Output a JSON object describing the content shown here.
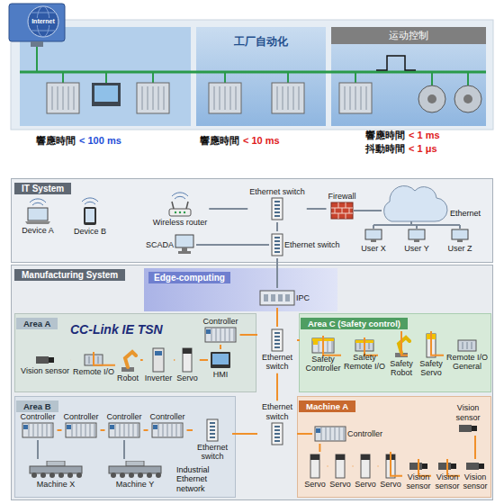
{
  "diagram": {
    "nodes": [
      {
        "text": [
          "工厂自动化"
        ]
      },
      {
        "text": [
          "运动控制"
        ]
      },
      {
        "text": [
          "IT System"
        ]
      },
      {
        "text": [
          "Device A"
        ],
        "in": 2
      },
      {
        "text": [
          "Device B"
        ],
        "in": 2
      },
      {
        "text": [
          "Wireless router"
        ],
        "in": 2
      },
      {
        "text": [
          "Ethernet switch"
        ],
        "in": 2
      },
      {
        "text": [
          "Firewall"
        ],
        "in": 2
      },
      {
        "text": [
          "SCADA"
        ],
        "in": 2
      },
      {
        "text": [
          "Ethernet switch"
        ],
        "in": 2
      },
      {
        "text": [
          "User X"
        ],
        "in": 2
      },
      {
        "text": [
          "User Y"
        ],
        "in": 2
      },
      {
        "text": [
          "User Z"
        ],
        "in": 2
      },
      {
        "text": [
          "Manufacturing System"
        ]
      },
      {
        "text": [
          "Edge-computing"
        ],
        "in": 13
      },
      {
        "text": [
          "IPC"
        ],
        "in": 14
      },
      {
        "text": [
          "Area A"
        ],
        "in": 13
      },
      {
        "text": [
          "Vision sensor"
        ],
        "in": 16
      },
      {
        "text": [
          "Remote I/O"
        ],
        "in": 16
      },
      {
        "text": [
          "Robot"
        ],
        "in": 16
      },
      {
        "text": [
          "Inverter"
        ],
        "in": 16
      },
      {
        "text": [
          "Controller"
        ],
        "in": 16
      },
      {
        "text": [
          "Servo"
        ],
        "in": 16
      },
      {
        "text": [
          "HMI"
        ],
        "in": 16
      },
      {
        "text": [
          "Ethernet switch"
        ],
        "in": 13
      },
      {
        "text": [
          "Area C (Safety control)"
        ],
        "in": 13
      },
      {
        "text": [
          "Safety Controller"
        ],
        "in": 25
      },
      {
        "text": [
          "Safety Remote I/O"
        ],
        "in": 25
      },
      {
        "text": [
          "Safety Robot"
        ],
        "in": 25
      },
      {
        "text": [
          "Safety Servo"
        ],
        "in": 25
      },
      {
        "text": [
          "Remote I/O General"
        ],
        "in": 25
      },
      {
        "text": [
          "Ethernet switch"
        ],
        "in": 13
      },
      {
        "text": [
          "Area B"
        ],
        "in": 13
      },
      {
        "text": [
          "Controller"
        ],
        "in": 32
      },
      {
        "text": [
          "Controller"
        ],
        "in": 32
      },
      {
        "text": [
          "Controller"
        ],
        "in": 32
      },
      {
        "text": [
          "Controller"
        ],
        "in": 32
      },
      {
        "text": [
          "Ethernet switch"
        ],
        "in": 32
      },
      {
        "text": [
          "Machine X"
        ],
        "in": 32
      },
      {
        "text": [
          "Machine Y"
        ],
        "in": 32
      },
      {
        "text": [
          "Machine A"
        ],
        "in": 13
      },
      {
        "text": [
          "Controller"
        ],
        "in": 40
      },
      {
        "text": [
          "Servo"
        ],
        "in": 40
      },
      {
        "text": [
          "Servo"
        ],
        "in": 40
      },
      {
        "text": [
          "Servo"
        ],
        "in": 40
      },
      {
        "text": [
          "Servo"
        ],
        "in": 40
      },
      {
        "text": [
          "Vision sensor"
        ],
        "in": 40
      },
      {
        "text": [
          "Vision sensor"
        ],
        "in": 40
      },
      {
        "text": [
          "Vision sensor"
        ],
        "in": 40
      },
      {
        "text": [
          "Vision sensor"
        ],
        "in": 40
      }
    ],
    "edges": [
      {
        "from": 5,
        "to": 6,
        "arrow": "none"
      },
      {
        "from": 6,
        "to": 7,
        "arrow": "none"
      },
      {
        "from": 6,
        "to": 9,
        "arrow": "none"
      },
      {
        "from": 8,
        "to": 9,
        "arrow": "none"
      },
      {
        "from": 9,
        "to": 15,
        "arrow": "none"
      },
      {
        "from": 15,
        "to": 24,
        "arrow": "none"
      },
      {
        "from": 21,
        "to": 24,
        "arrow": "none"
      },
      {
        "from": 21,
        "to": 23,
        "arrow": "none"
      },
      {
        "from": 17,
        "to": 18,
        "arrow": "none"
      },
      {
        "from": 18,
        "to": 19,
        "arrow": "none"
      },
      {
        "from": 19,
        "to": 20,
        "arrow": "none"
      },
      {
        "from": 20,
        "to": 22,
        "arrow": "none"
      },
      {
        "from": 22,
        "to": 23,
        "arrow": "none"
      },
      {
        "from": 24,
        "to": 26,
        "arrow": "none"
      },
      {
        "from": 26,
        "to": 27,
        "arrow": "none"
      },
      {
        "from": 27,
        "to": 28,
        "arrow": "none"
      },
      {
        "from": 28,
        "to": 29,
        "arrow": "none"
      },
      {
        "from": 29,
        "to": 30,
        "arrow": "none"
      },
      {
        "from": 24,
        "to": 31,
        "arrow": "none"
      },
      {
        "from": 31,
        "to": 37,
        "arrow": "none"
      },
      {
        "from": 37,
        "to": 36,
        "arrow": "none"
      },
      {
        "from": 36,
        "to": 35,
        "arrow": "none"
      },
      {
        "from": 35,
        "to": 34,
        "arrow": "none"
      },
      {
        "from": 34,
        "to": 33,
        "arrow": "none"
      },
      {
        "from": 33,
        "to": 38,
        "arrow": "none"
      },
      {
        "from": 35,
        "to": 39,
        "arrow": "none"
      },
      {
        "from": 31,
        "to": 41,
        "arrow": "none"
      },
      {
        "from": 41,
        "to": 42,
        "arrow": "none"
      },
      {
        "from": 42,
        "to": 43,
        "arrow": "none"
      },
      {
        "from": 43,
        "to": 44,
        "arrow": "none"
      },
      {
        "from": 44,
        "to": 45,
        "arrow": "none"
      },
      {
        "from": 45,
        "to": 46,
        "arrow": "none"
      },
      {
        "from": 46,
        "to": 47,
        "arrow": "none"
      },
      {
        "from": 47,
        "to": 48,
        "arrow": "none"
      },
      {
        "from": 48,
        "to": 49,
        "arrow": "none"
      }
    ],
    "labels": [
      "Internet",
      "響應時間",
      "< 100 ms",
      "響應時間",
      "< 10 ms",
      "響應時間",
      "< 1 ms",
      "抖動時間",
      "< 1 μs",
      "Ethernet",
      "CC-Link IE TSN",
      "Industrial Ethernet network"
    ]
  }
}
